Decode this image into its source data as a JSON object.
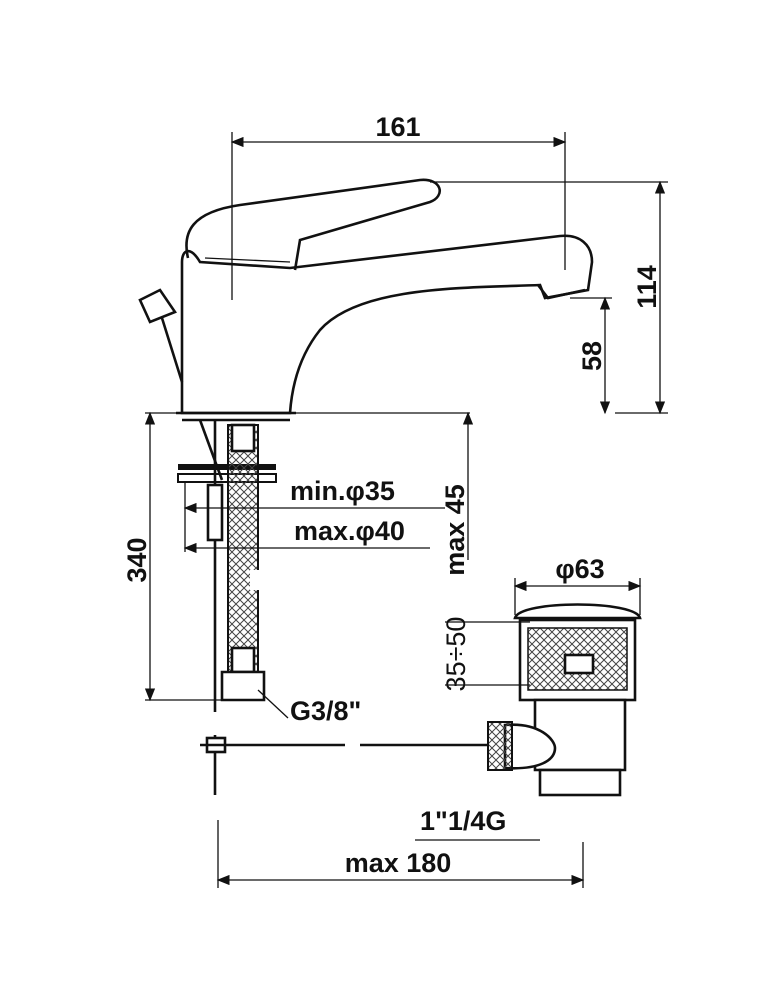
{
  "drawing": {
    "dimensions": {
      "spout_reach": "161",
      "total_height": "114",
      "spout_height": "58",
      "hose_length": "340",
      "min_hole": "min.φ35",
      "max_hole": "max.φ40",
      "max_deck": "max 45",
      "waste_diameter": "φ63",
      "waste_thickness": "35÷50",
      "hose_thread": "G3/8\"",
      "waste_thread": "1\"1/4G",
      "max_rod": "max 180"
    },
    "line_color": "#111111",
    "background": "#ffffff"
  }
}
